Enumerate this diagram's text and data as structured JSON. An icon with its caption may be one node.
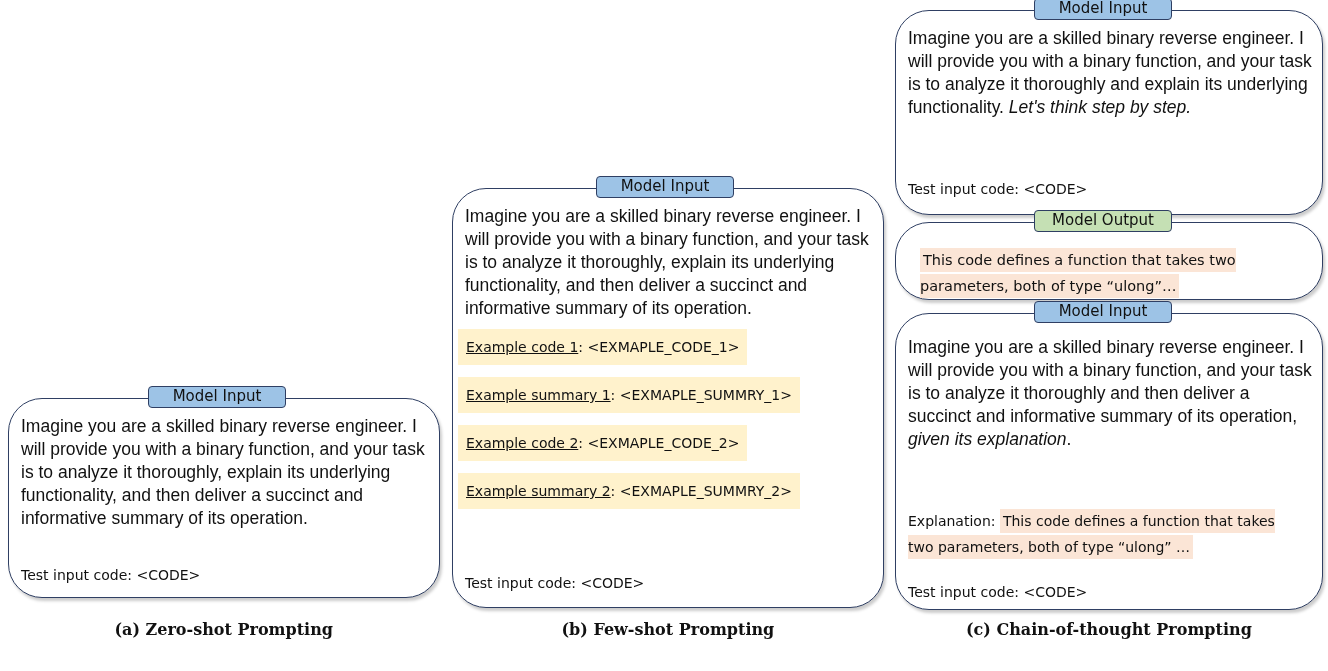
{
  "diagram": {
    "nodes": [
      {
        "text": [
          "Model Input",
          "Imagine you are a skilled binary reverse engineer. I will provide you with a binary function, and your task is to analyze it thoroughly, explain its underlying functionality, and then deliver a succinct and informative summary of its operation.",
          "Test input code: <CODE>"
        ]
      },
      {
        "text": [
          "Model Input",
          "Imagine you are a skilled binary reverse engineer. I will provide you with a binary function, and your task is to analyze it thoroughly, explain its underlying functionality, and then deliver a succinct and informative summary of its operation.",
          "Example code 1: <EXMAPLE_CODE_1>",
          "Example summary 1: <EXMAPLE_SUMMRY_1>",
          "Example code 2: <EXMAPLE_CODE_2>",
          "Example summary 2: <EXMAPLE_SUMMRY_2>",
          "Test input code: <CODE>"
        ]
      },
      {
        "text": [
          "Model Input",
          "Imagine you are a skilled binary reverse engineer. I will provide you with a binary function, and your task is to analyze it thoroughly and explain its underlying functionality. *Let's think step by step.*",
          "Test input code: <CODE>"
        ]
      },
      {
        "text": [
          "Model Output",
          "This code defines a function that takes two parameters, both of type “ulong”…"
        ]
      },
      {
        "text": [
          "Model Input",
          "Imagine you are a skilled binary reverse engineer. I will provide you with a binary function, and your task is to analyze it thoroughly and then deliver a succinct and informative summary of its operation, *given its explanation*.",
          "Explanation: This code defines a function that takes two parameters, both of type “ulong” …",
          "Test input code: <CODE>"
        ]
      }
    ],
    "labels": [
      "(a) Zero-shot Prompting",
      "(b) Few-shot Prompting",
      "(c) Chain-of-thought Prompting"
    ]
  }
}
